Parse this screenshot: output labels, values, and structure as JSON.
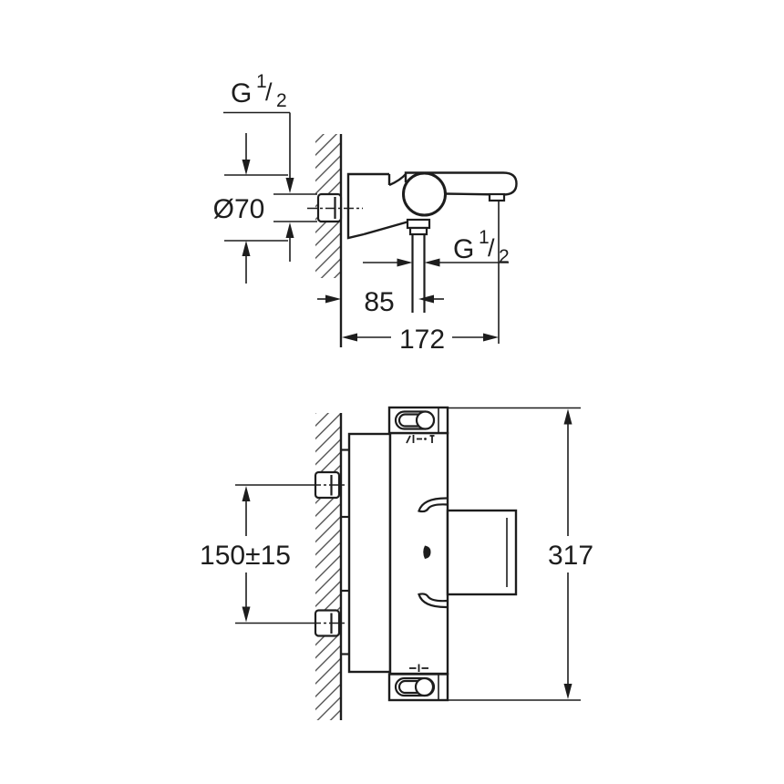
{
  "drawing": {
    "background": "#ffffff",
    "line_color": "#1d1d1d",
    "hatch_color": "#454545",
    "side_view": {
      "dims": {
        "wall_thread": {
          "label": "G 1/2",
          "base": "G",
          "numerator": "1",
          "slash": "/",
          "denominator": "2"
        },
        "escutcheon_diameter": {
          "label": "Ø70"
        },
        "outlet_thread": {
          "label": "G 1/2",
          "base": "G",
          "numerator": "1",
          "slash": "/",
          "denominator": "2"
        },
        "wall_to_outlet": {
          "label": "85"
        },
        "wall_to_spout_tip": {
          "label": "172"
        }
      }
    },
    "front_view": {
      "dims": {
        "inlet_centre_distance": {
          "label": "150±15"
        },
        "overall_height": {
          "label": "317"
        }
      }
    }
  }
}
